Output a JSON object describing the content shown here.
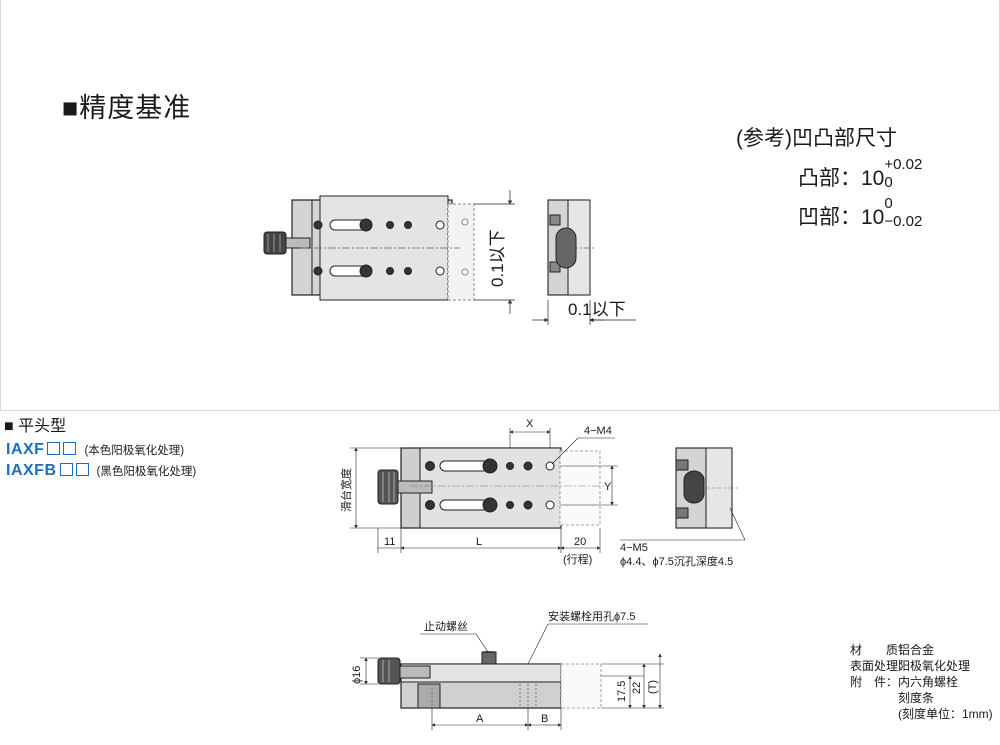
{
  "section_precision": {
    "title": "■精度基准",
    "flatness_label_vertical": "0.1以下",
    "flatness_label_horizontal": "0.1以下"
  },
  "reference": {
    "title": "(参考)凹凸部尺寸",
    "convex": {
      "label": "凸部：",
      "base": "10",
      "upper": "+0.02",
      "lower": "0"
    },
    "concave": {
      "label": "凹部：",
      "base": "10",
      "upper": "0",
      "lower": "−0.02"
    }
  },
  "section_flat": {
    "title": "■ 平头型",
    "models": [
      {
        "code": "IAXF",
        "note": "(本色阳极氧化处理)"
      },
      {
        "code": "IAXFB",
        "note": "(黑色阳极氧化处理)"
      }
    ]
  },
  "drawing_plan": {
    "dim_x": "X",
    "dim_y": "Y",
    "dim_4m4": "4−M4",
    "dim_slide_width": "滑台宽度",
    "dim_11": "11",
    "dim_L": "L",
    "dim_20": "20",
    "dim_stroke": "(行程)",
    "dim_4m5": "4−M5",
    "dim_counterbore": "ϕ4.4、ϕ7.5沉孔深度4.5"
  },
  "drawing_front": {
    "stop_screw": "止动螺丝",
    "mount_hole": "安装螺栓用孔ϕ7.5",
    "dim_phi16": "ϕ16",
    "dim_17_5": "17.5",
    "dim_22": "22",
    "dim_T": "(T)",
    "dim_A": "A",
    "dim_B": "B"
  },
  "specs": [
    {
      "key": "材　　质：",
      "value": "铝合金"
    },
    {
      "key": "表面处理：",
      "value": "阳极氧化处理"
    },
    {
      "key": "附　件：",
      "value": "内六角螺栓"
    },
    {
      "key": "",
      "value": "刻度条"
    },
    {
      "key": "",
      "value": "(刻度单位：1mm)"
    }
  ]
}
